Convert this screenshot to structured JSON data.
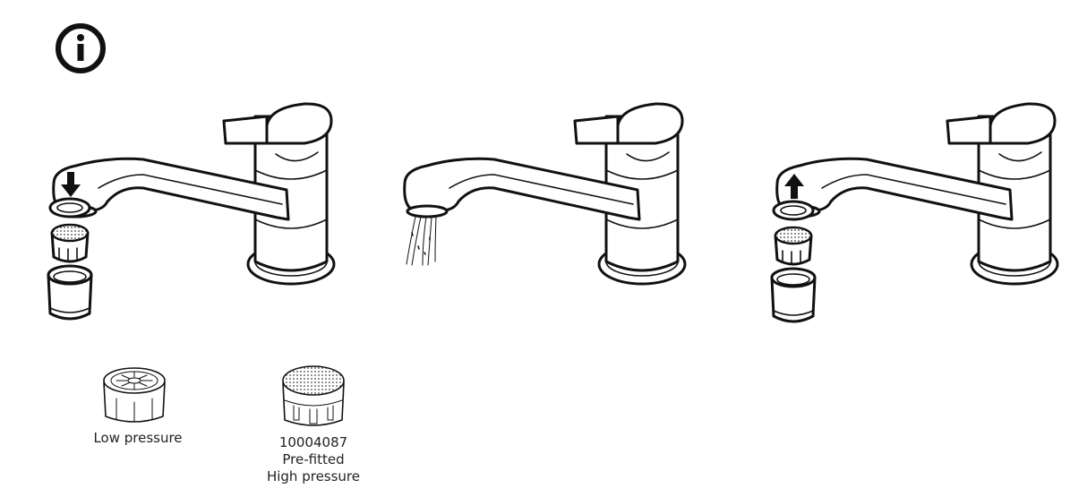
{
  "figure": {
    "info_icon": "info-circle-icon",
    "steps": [
      {
        "id": "step-1",
        "action": "remove-aerator",
        "arrow": "down"
      },
      {
        "id": "step-2",
        "action": "flush-water"
      },
      {
        "id": "step-3",
        "action": "refit-aerator",
        "arrow": "up"
      }
    ],
    "parts": [
      {
        "id": "low",
        "label": "Low pressure"
      },
      {
        "id": "high",
        "code": "10004087",
        "line2": "Pre-fitted",
        "line3": "High pressure"
      }
    ]
  }
}
